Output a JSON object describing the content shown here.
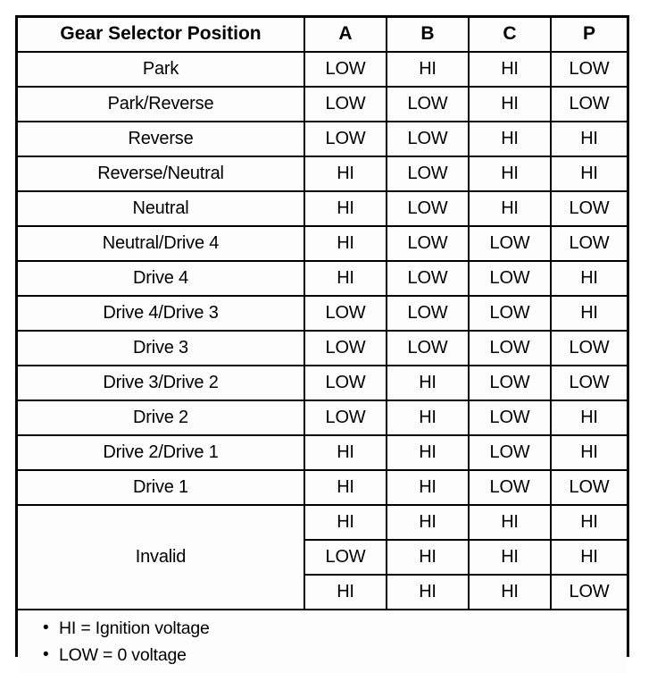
{
  "table": {
    "headers": {
      "label": "Gear Selector Position",
      "columns": [
        "A",
        "B",
        "C",
        "P"
      ]
    },
    "rows": [
      {
        "label": "Park",
        "states": [
          "LOW",
          "HI",
          "HI",
          "LOW"
        ]
      },
      {
        "label": "Park/Reverse",
        "states": [
          "LOW",
          "LOW",
          "HI",
          "LOW"
        ]
      },
      {
        "label": "Reverse",
        "states": [
          "LOW",
          "LOW",
          "HI",
          "HI"
        ]
      },
      {
        "label": "Reverse/Neutral",
        "states": [
          "HI",
          "LOW",
          "HI",
          "HI"
        ]
      },
      {
        "label": "Neutral",
        "states": [
          "HI",
          "LOW",
          "HI",
          "LOW"
        ]
      },
      {
        "label": "Neutral/Drive 4",
        "states": [
          "HI",
          "LOW",
          "LOW",
          "LOW"
        ]
      },
      {
        "label": "Drive 4",
        "states": [
          "HI",
          "LOW",
          "LOW",
          "HI"
        ]
      },
      {
        "label": "Drive 4/Drive 3",
        "states": [
          "LOW",
          "LOW",
          "LOW",
          "HI"
        ]
      },
      {
        "label": "Drive 3",
        "states": [
          "LOW",
          "LOW",
          "LOW",
          "LOW"
        ]
      },
      {
        "label": "Drive 3/Drive 2",
        "states": [
          "LOW",
          "HI",
          "LOW",
          "LOW"
        ]
      },
      {
        "label": "Drive 2",
        "states": [
          "LOW",
          "HI",
          "LOW",
          "HI"
        ]
      },
      {
        "label": "Drive 2/Drive 1",
        "states": [
          "HI",
          "HI",
          "LOW",
          "HI"
        ]
      },
      {
        "label": "Drive 1",
        "states": [
          "HI",
          "HI",
          "LOW",
          "LOW"
        ]
      }
    ],
    "invalid": {
      "label": "Invalid",
      "rows": [
        {
          "states": [
            "HI",
            "HI",
            "HI",
            "HI"
          ]
        },
        {
          "states": [
            "LOW",
            "HI",
            "HI",
            "HI"
          ]
        },
        {
          "states": [
            "HI",
            "HI",
            "HI",
            "LOW"
          ]
        }
      ]
    },
    "notes": [
      {
        "bullet": "•",
        "text": "HI = Ignition voltage"
      },
      {
        "bullet": "•",
        "text": "LOW = 0 voltage"
      }
    ]
  },
  "colors": {
    "ink": "#000000",
    "paper": "#fdfdfd",
    "page": "#ffffff"
  }
}
